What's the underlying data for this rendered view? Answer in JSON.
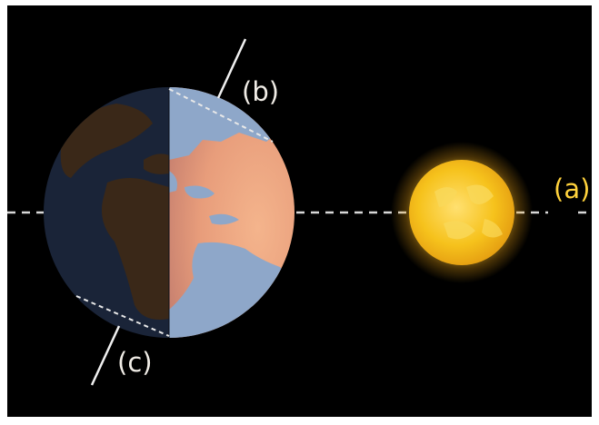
{
  "labels": {
    "a": "(a)",
    "b": "(b)",
    "c": "(c)"
  },
  "colors": {
    "background": "#000000",
    "page": "#ffffff",
    "ocean_day": "#8ea7c9",
    "land_day": "#eba47f",
    "ocean_night": "#1a2438",
    "land_night": "#3a2818",
    "sun_core": "#f6c21c",
    "sun_glow": "#ffd84a",
    "label_a": "#ffd23c",
    "label_bc": "#f0ece6",
    "dashes": "#d8d8d8",
    "axis_line": "#f0f0f0"
  },
  "icons": {
    "earth": "earth-globe-icon",
    "sun": "sun-icon"
  }
}
